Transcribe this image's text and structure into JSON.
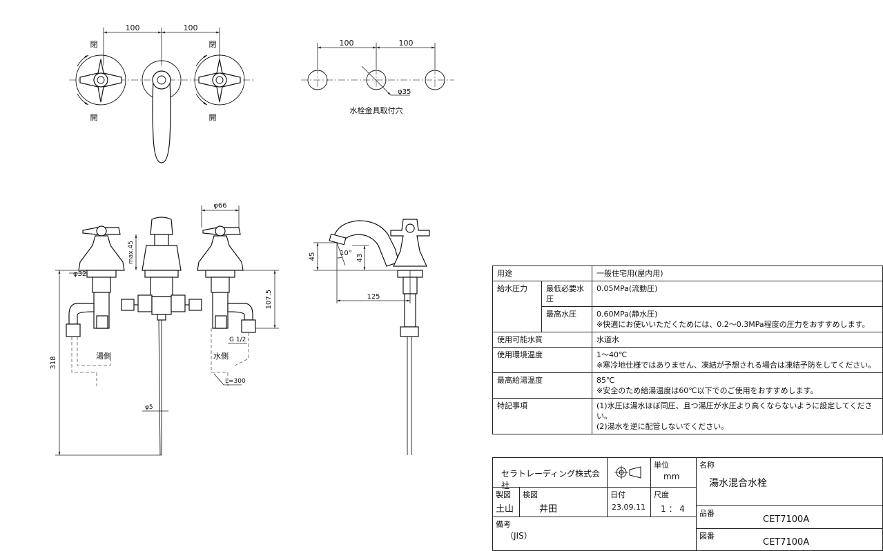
{
  "drawing": {
    "top_view": {
      "spacing_left": "100",
      "spacing_right": "100",
      "close_left": "閉",
      "close_right": "閉",
      "open_left": "開",
      "open_right": "開"
    },
    "hole_view": {
      "spacing_left": "100",
      "spacing_right": "100",
      "hole_dia": "φ35",
      "caption": "水栓金具取付穴"
    },
    "front_view": {
      "handle_dia": "φ66",
      "max_height": "max.45",
      "shank_dia": "φ32",
      "depth": "107.5",
      "thread": "G 1/2",
      "total_height": "318",
      "hot_label": "湯側",
      "cold_label": "水側",
      "hose_length": "L=300",
      "rod_dia": "φ5"
    },
    "side_view": {
      "angle": "10°",
      "height_left": "45",
      "height_right": "43",
      "reach": "125"
    }
  },
  "spec": {
    "usage_label": "用途",
    "usage_value": "一般住宅用(屋内用)",
    "pressure_label": "給水圧力",
    "min_label": "最低必要水圧",
    "min_value": "0.05MPa(流動圧)",
    "max_label": "最高水圧",
    "max_value": "0.60MPa(静水圧)",
    "max_note": "※快適にお使いいただくためには、0.2～0.3MPa程度の圧力をおすすめします。",
    "water_label": "使用可能水質",
    "water_value": "水道水",
    "temp_label": "使用環境温度",
    "temp_value": "1～40℃",
    "temp_note": "※寒冷地仕様ではありません、凍結が予想される場合は凍結予防をしてください。",
    "hot_label": "最高給湯温度",
    "hot_value": "85℃",
    "hot_note": "※安全のため給湯温度は60℃以下でのご使用をおすすめします。",
    "notes_label": "特記事項",
    "note_1": "(1)水圧は湯水ほぼ同圧、且つ湯圧が水圧より高くならないように設定してください。",
    "note_2": "(2)湯水を逆に配管しないでください。"
  },
  "titleblock": {
    "company": "セラトレーディング株式会社",
    "unit_label": "単位",
    "unit_value": "mm",
    "name_label": "名称",
    "name_value": "湯水混合水栓",
    "drawn_label": "製図",
    "drawn_value": "土山",
    "checked_label": "検図",
    "checked_value": "井田",
    "date_label": "日付",
    "date_value": "23.09.11",
    "scale_label": "尺度",
    "scale_value": "1 ： 4",
    "part_label": "品番",
    "part_value": "CET7100A",
    "drawing_label": "図番",
    "drawing_value": "CET7100A",
    "remarks_label": "備考",
    "remarks_value": "（JIS）"
  }
}
